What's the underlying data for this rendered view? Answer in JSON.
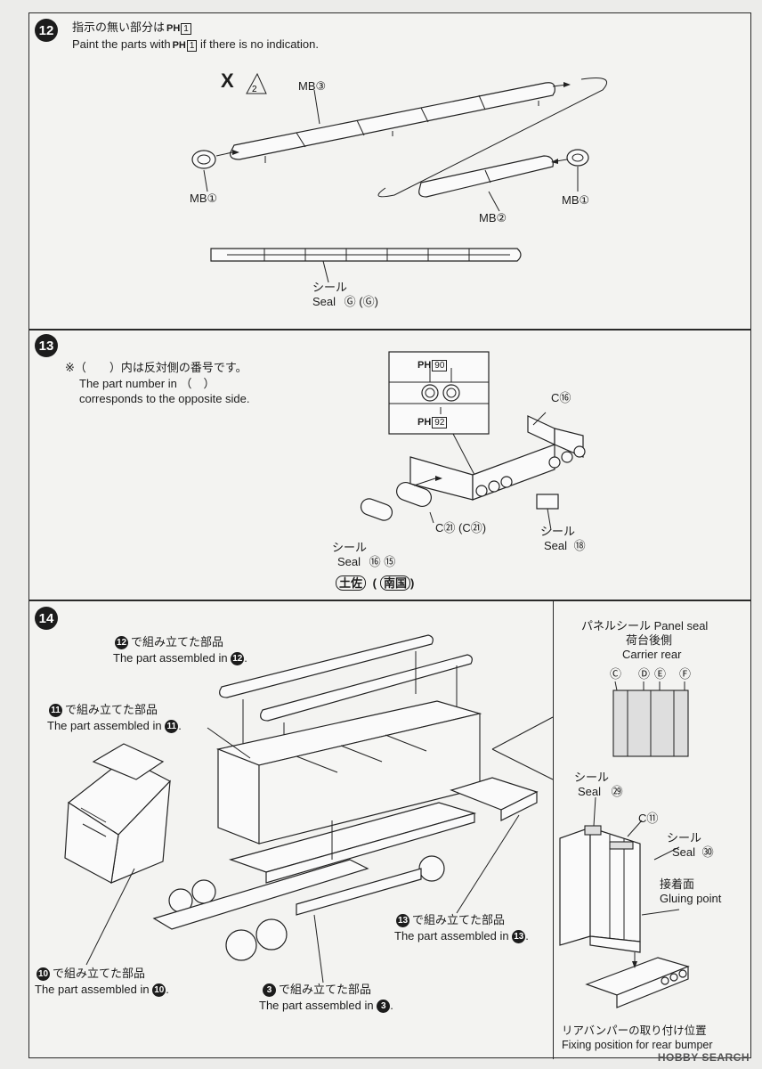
{
  "step12": {
    "badge": "12",
    "jp_note": "指示の無い部分は",
    "en_note_pre": "Paint the parts with",
    "en_note_post": "if there is no indication.",
    "paint_code": "1",
    "ph": "PH",
    "x_mark": "X",
    "x_num": "2",
    "labels": {
      "mb3": "MB③",
      "mb1_left": "MB①",
      "mb1_right": "MB①",
      "mb2": "MB②",
      "seal_jp": "シール",
      "seal_en": "Seal",
      "seal_codes": "Ⓖ (Ⓖ)"
    }
  },
  "step13": {
    "badge": "13",
    "note_jp": "※（　　）内は反対側の番号です。",
    "note_en1": "The part number in （　）",
    "note_en2": "corresponds to the opposite side.",
    "callout_top_code": "90",
    "callout_bottom_code": "92",
    "ph": "PH",
    "c16": "C⑯",
    "c21": "C㉑ (C㉑)",
    "seal_left_jp": "シール",
    "seal_left_en": "Seal",
    "seal_left_codes": "⑯ ⑮",
    "seal_right_jp": "シール",
    "seal_right_en": "Seal",
    "seal_right_code": "⑱",
    "brand_left": "土佐",
    "brand_right": "南国"
  },
  "step14": {
    "badge": "14",
    "ref12_jp": "で組み立てた部品",
    "ref12_en": "The part assembled in",
    "ref12_num": "12",
    "ref11_jp": "で組み立てた部品",
    "ref11_en": "The part assembled in",
    "ref11_num": "11",
    "ref10_jp": "で組み立てた部品",
    "ref10_en": "The part assembled in",
    "ref10_num": "10",
    "ref3_jp": "で組み立てた部品",
    "ref3_en": "The part assembled in",
    "ref3_num": "3",
    "ref13_jp": "で組み立てた部品",
    "ref13_en": "The part assembled in",
    "ref13_num": "13",
    "panel": {
      "title": "パネルシール  Panel seal",
      "sub_jp": "荷台後側",
      "sub_en": "Carrier rear",
      "letters": [
        "Ⓒ",
        "Ⓓ",
        "Ⓔ",
        "Ⓕ"
      ],
      "seal29_jp": "シール",
      "seal29_en": "Seal",
      "seal29_code": "㉙",
      "c11": "C⑪",
      "seal30_jp": "シール",
      "seal30_en": "Seal",
      "seal30_code": "㉚",
      "glue_jp": "接着面",
      "glue_en": "Gluing point",
      "bumper_jp": "リアバンパーの取り付け位置",
      "bumper_en": "Fixing position for rear bumper"
    }
  },
  "watermark": "HOBBY SEARCH"
}
